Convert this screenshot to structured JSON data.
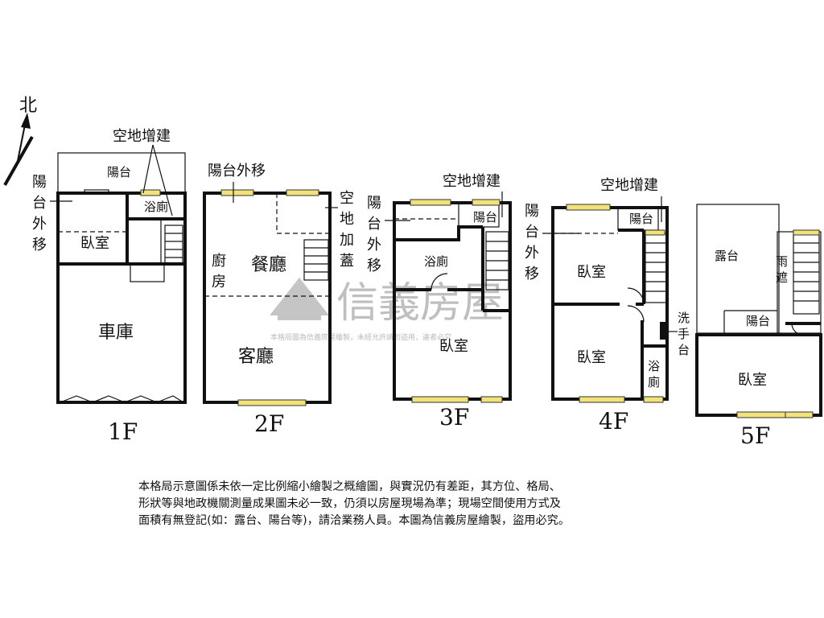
{
  "compass": {
    "label": "北"
  },
  "floors": {
    "f1": {
      "label": "1F",
      "rooms": {
        "balcony": "陽台",
        "bath": "浴廁",
        "bedroom": "臥室",
        "garage": "車庫"
      },
      "notes": {
        "vacant_addition": "空地增建",
        "balcony_moved": [
          "陽",
          "台",
          "外",
          "移"
        ]
      }
    },
    "f2": {
      "label": "2F",
      "rooms": {
        "kitchen": [
          "廚",
          "房"
        ],
        "dining": "餐廳",
        "living": "客廳"
      },
      "notes": {
        "balcony_moved": "陽台外移",
        "vacant_roof": [
          "空",
          "地",
          "加",
          "蓋"
        ]
      }
    },
    "f3": {
      "label": "3F",
      "rooms": {
        "balcony": "陽台",
        "bath": "浴廁",
        "bedroom": "臥室"
      },
      "notes": {
        "vacant_addition": "空地增建",
        "balcony_moved": [
          "陽",
          "台",
          "外",
          "移"
        ]
      }
    },
    "f4": {
      "label": "4F",
      "rooms": {
        "balcony": "陽台",
        "bedroom_top": "臥室",
        "bedroom_bottom": "臥室",
        "bath": [
          "浴",
          "廁"
        ],
        "sink": [
          "洗",
          "手",
          "台"
        ]
      },
      "notes": {
        "vacant_addition": "空地增建",
        "balcony_moved": [
          "陽",
          "台",
          "外",
          "移"
        ]
      }
    },
    "f5": {
      "label": "5F",
      "rooms": {
        "terrace": "露台",
        "shed": [
          "雨",
          "遮"
        ],
        "balcony": "陽台",
        "bedroom": "臥室"
      }
    }
  },
  "watermark": {
    "brand": "信義房屋",
    "notice": "本格局圖為信義房屋繪製，未經允許請勿盜用，違者必究"
  },
  "disclaimer": [
    "本格局示意圖係未依一定比例縮小繪製之概繪圖，與實況仍有差距，其方位、格局、",
    "形狀等與地政機關測量成果圖未必一致，仍須以房屋現場為準；現場空間使用方式及",
    "面積有無登記(如：露台、陽台等)，請洽業務人員。本圖為信義房屋繪製，盜用必究。"
  ]
}
